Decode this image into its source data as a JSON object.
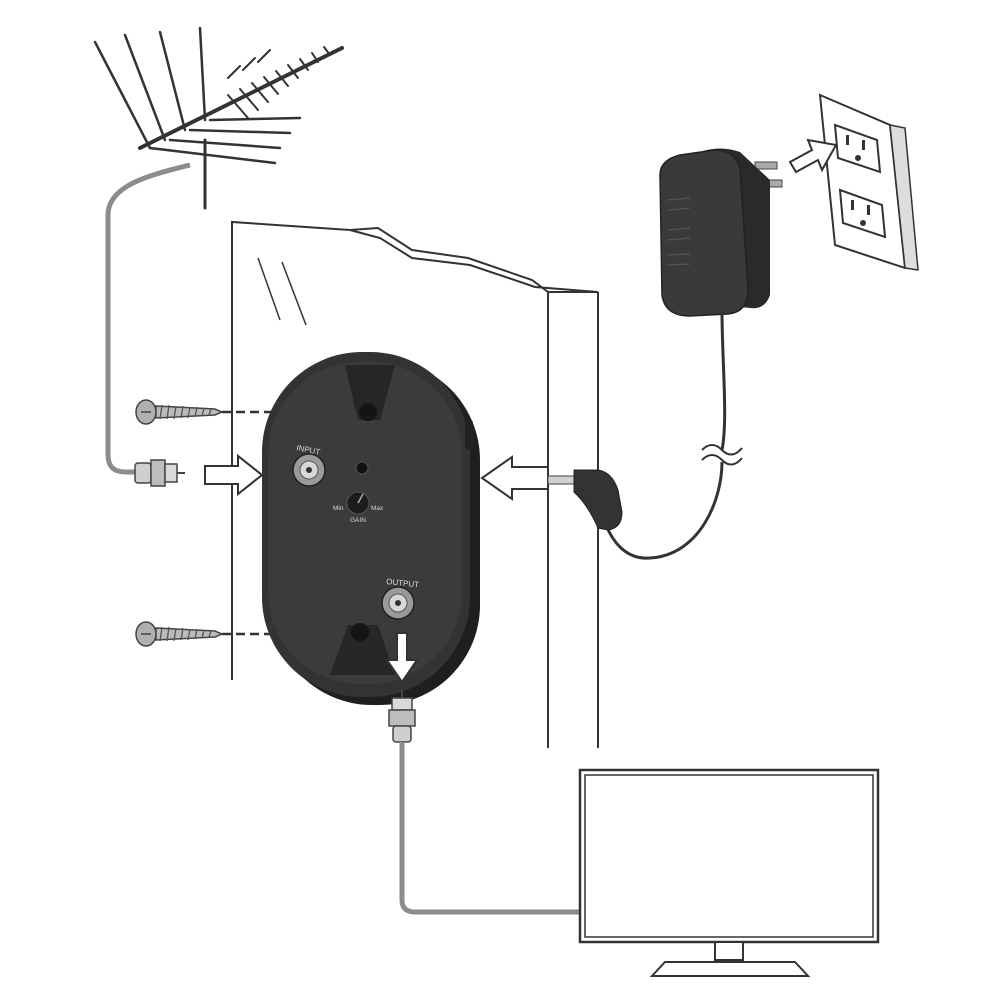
{
  "amplifier": {
    "input_label": "INPUT",
    "output_label": "OUTPUT",
    "gain_label": "GAIN",
    "min_label": "Min",
    "max_label": "Max"
  },
  "icons": [
    "antenna-icon",
    "amplifier-icon",
    "power-adapter-icon",
    "wall-outlet-icon",
    "tv-icon",
    "screw-icon",
    "coax-connector-icon",
    "arrow-icon"
  ],
  "colors": {
    "device_body": "#2e2e2e",
    "device_face": "#3a3a3a",
    "cable": "#8c8c8c",
    "outline": "#333333"
  }
}
